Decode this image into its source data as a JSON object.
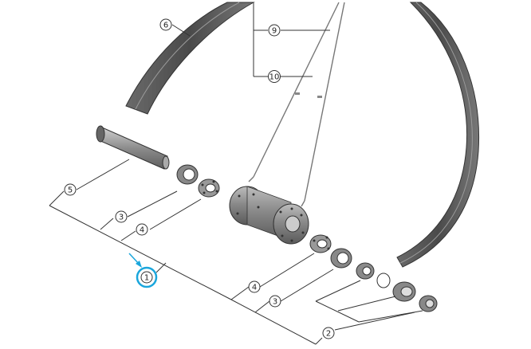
{
  "diagram": {
    "callouts": [
      {
        "id": "c6",
        "label": "6"
      },
      {
        "id": "c9",
        "label": "9"
      },
      {
        "id": "c10",
        "label": "10"
      },
      {
        "id": "c5",
        "label": "5"
      },
      {
        "id": "c3a",
        "label": "3"
      },
      {
        "id": "c4a",
        "label": "4"
      },
      {
        "id": "c1",
        "label": "1"
      },
      {
        "id": "c4b",
        "label": "4"
      },
      {
        "id": "c3b",
        "label": "3"
      },
      {
        "id": "c2",
        "label": "2"
      }
    ],
    "highlight_color": "#1aa6dc",
    "line_color": "#333333",
    "part_color": "#555555"
  }
}
